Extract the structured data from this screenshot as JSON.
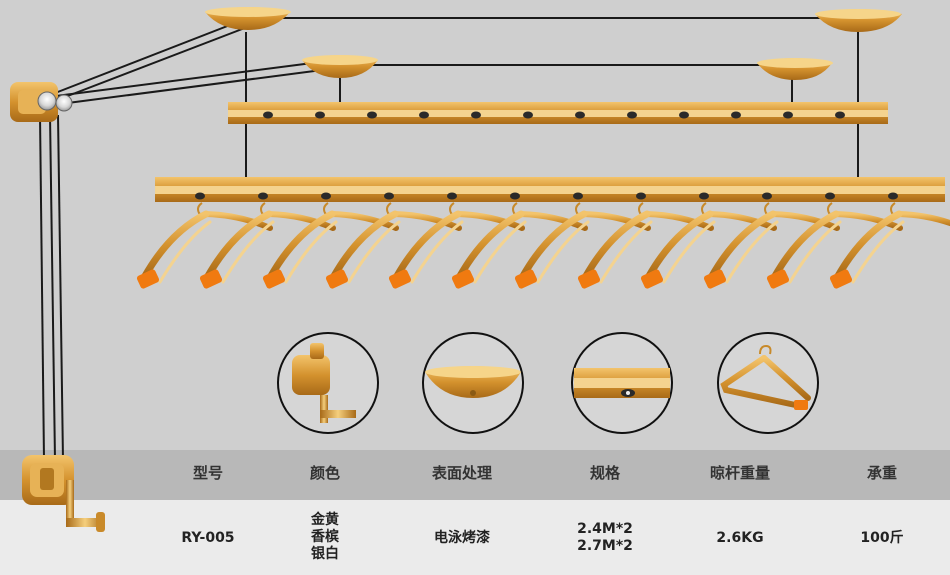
{
  "colors": {
    "background": "#cfcfcf",
    "table_header": "#b5b5b5",
    "table_body": "#e9e9e9",
    "gold": "#d89a3a",
    "orange": "#f07a10"
  },
  "table": {
    "headers": [
      "型号",
      "颜色",
      "表面处理",
      "规格",
      "晾杆重量",
      "承重"
    ],
    "model": "RY-005",
    "colors": [
      "金黄",
      "香槟",
      "银白"
    ],
    "surface": "电泳烤漆",
    "specs": [
      "2.4M*2",
      "2.7M*2"
    ],
    "weight": "2.6KG",
    "load": "100斤"
  },
  "detail_icons": [
    "crank-winder-icon",
    "ceiling-pulley-icon",
    "rail-slot-icon",
    "hanger-icon"
  ]
}
